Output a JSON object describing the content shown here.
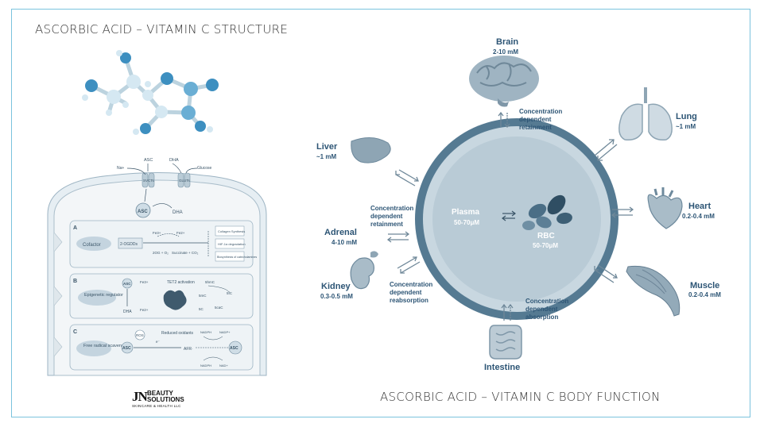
{
  "titles": {
    "structure": "ASCORBIC ACID – VITAMIN C  STRUCTURE",
    "body_function": "ASCORBIC ACID – VITAMIN C BODY FUNCTION"
  },
  "logo": {
    "mark": "JN",
    "line1": "BEAUTY",
    "line2": "SOLUTIONS",
    "line3": "SKINCARE & HEALTH LLC"
  },
  "cell": {
    "top_labels": {
      "na": "Na+",
      "asc": "ASC",
      "dha": "DHA",
      "glucose": "Glucose"
    },
    "transporters": {
      "svct": "SVCTs",
      "glut": "GLUTs"
    },
    "inner": {
      "asc": "ASC",
      "dha": "DHA"
    },
    "panel_a": {
      "letter": "A",
      "role": "Cofactor",
      "enzyme": "2-OGDDs",
      "fe3": "Fe3+",
      "fe2": "Fe2+",
      "substrate": "2OG + O₂",
      "products": "Succinate + CO₂",
      "outputs": [
        "Collagen Synthesis",
        "HIF-1α degradation",
        "Biosynthesis of catecholamines"
      ]
    },
    "panel_b": {
      "letter": "B",
      "role": "Epigenetic regulator",
      "asc": "ASC",
      "dha": "DHA",
      "fe3": "Fe3+",
      "fe2": "Fe2+",
      "tet": "TET2 activation",
      "marks": [
        "5hmC",
        "5fC",
        "5caC",
        "5mC",
        "5C"
      ]
    },
    "panel_c": {
      "letter": "C",
      "role": "Free radical scavenger",
      "ros": "ROS",
      "reduced": "Reduced oxidants",
      "electron": "e⁻",
      "asc_left": "ASC",
      "afr": "AFR·",
      "asc_right": "ASC",
      "nadph_top": "NADPH",
      "nadp_top": "NADP+",
      "nadph_bottom": "NADPH",
      "nadp_bottom": "NAD+"
    }
  },
  "body": {
    "center": {
      "plasma": "Plasma",
      "plasma_conc": "50-70μM",
      "rbc": "RBC",
      "rbc_conc": "50-70μM"
    },
    "organs": [
      {
        "name": "Brain",
        "conc": "2-10 mM"
      },
      {
        "name": "Lung",
        "conc": "~1 mM"
      },
      {
        "name": "Heart",
        "conc": "0.2-0.4 mM"
      },
      {
        "name": "Muscle",
        "conc": "0.2-0.4 mM"
      },
      {
        "name": "Intestine",
        "conc": ""
      },
      {
        "name": "Kidney",
        "conc": "0.3-0.5 mM"
      },
      {
        "name": "Adrenal",
        "conc": "4-10 mM"
      },
      {
        "name": "Liver",
        "conc": "~1 mM"
      }
    ],
    "notes": {
      "brain": "Concentration dependent retainment",
      "adrenal": "Concentration dependent retainment",
      "kidney": "Concentration dependent reabsorption",
      "intestine": "Concentration dependent absorption"
    }
  },
  "colors": {
    "frame": "#7bc3dd",
    "diagram_blue": "#2d5575",
    "molecule_blue": "#3d8fc0",
    "molecule_light": "#d5e8f2",
    "ring_outer": "#5b7f97",
    "ring_inner": "#c9d8e1"
  }
}
